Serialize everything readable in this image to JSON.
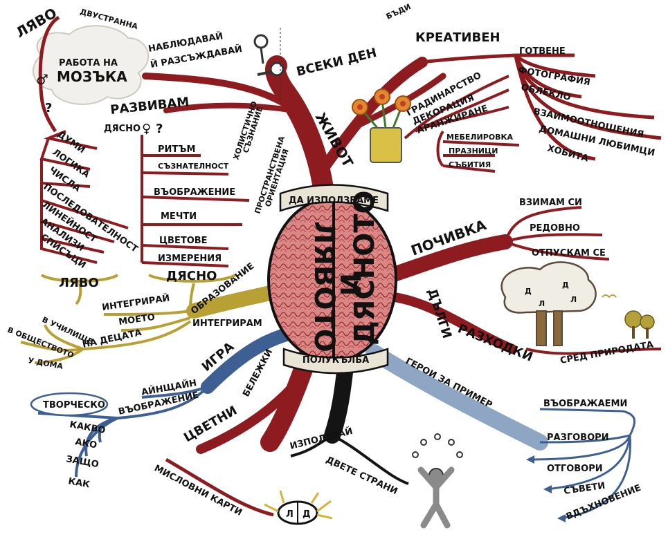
{
  "colors": {
    "red": "#8e1b1f",
    "gold": "#b9a034",
    "blue": "#3d5f93",
    "lightblue": "#8ea6c4",
    "black": "#141414",
    "brain": "#d97a7a",
    "brainDark": "#9a2b2b",
    "banner": "#e9e4d6"
  },
  "center": {
    "left_title": "ЛЯВОТО",
    "and": "И",
    "right_title": "ДЯСНОТО",
    "top_banner": "ДА ИЗПОЛЗВАМЕ",
    "bottom_banner": "ПОЛУКЪЛБА"
  },
  "topleft": {
    "lyavo": "ЛЯВО",
    "dvustranna": "ДВУСТРАННА",
    "rabota_na": "РАБОТА НА",
    "mozaka": "МОЗЪКА",
    "male_sym": "♂",
    "q1": "?",
    "razvivam": "РАЗВИВАМ",
    "dyasno": "ДЯСНО",
    "female_sym": "♀",
    "q2": "?",
    "nablyudavai": "НАБЛЮДАВАЙ",
    "razsazhdavai": "Й РАЗСЪЖДАВАЙ"
  },
  "left_list": [
    "ДУМИ",
    "ЛОГИКА",
    "ЧИСЛА",
    "ПОСЛЕДОВАТЕЛНОСТ",
    "ЛИНЕЙНОСТ",
    "АНАЛИЗИ",
    "СПИСЪЦИ"
  ],
  "right_list": [
    "РИТЪМ",
    "СЪЗНАТЕЛНОСТ",
    "ВЪОБРАЖЕНИЕ",
    "МЕЧТИ",
    "ЦВЕТОВЕ",
    "ИЗМЕРЕНИЯ"
  ],
  "holistic": [
    "ХОЛИСТИЧНО",
    "СЪЗНАНИЕ"
  ],
  "spatial": [
    "ПРОСТРАНСТВЕНА",
    "ОРИЕНТАЦИЯ"
  ],
  "life": {
    "zhivot": "ЖИВОТ",
    "vseki_den": "ВСЕКИ ДЕН",
    "badi": "БЪДИ",
    "kreativen": "КРЕАТИВЕН",
    "activities": [
      "ГОТВЕНЕ",
      "ФОТОГРАФИЯ",
      "ОБЛЕКЛО",
      "ВЗАИМООТНОШЕНИЯ",
      "ДОМАШНИ ЛЮБИМЦИ",
      "ХОБИТА"
    ],
    "home": [
      "ГРАДИНАРСТВО",
      "ДЕКОРАЦИЯ",
      "АРАНЖИРАНЕ"
    ],
    "events": [
      "МЕБЕЛИРОВКА",
      "ПРАЗНИЦИ",
      "СЪБИТИЯ"
    ]
  },
  "rest": {
    "pochivka": "ПОЧИВКА",
    "items": [
      "ВЗИМАМ СИ",
      "РЕДОВНО",
      "ОТПУСКАМ СЕ"
    ],
    "dalgi": "ДЪЛГИ",
    "razhodki": "РАЗХОДКИ",
    "sred_prirodata": "СРЕД ПРИРОДАТА",
    "tree_letters": [
      "Д",
      "Д",
      "Л",
      "Л"
    ]
  },
  "education": {
    "obrazovanie": "ОБРАЗОВАНИЕ",
    "integriram": "ИНТЕГРИРАМ",
    "lyavo": "ЛЯВО",
    "dyasno": "ДЯСНО",
    "integrirai": "ИНТЕГРИРАЙ",
    "moeto": "МОЕТО",
    "na_detsata": "НА ДЕЦАТА",
    "v_uchilishte": "В УЧИЛИЩЕ",
    "v_obshtestvoto": "В ОБЩЕСТВОТО",
    "u_doma": "У ДОМА"
  },
  "play": {
    "igra": "ИГРА",
    "ainshtain": "АЙНЩАЙН",
    "vaobrazhenie": "ВЪОБРАЖЕНИЕ",
    "tvorchesko": "ТВОРЧЕСКО",
    "questions": [
      "КАКВО",
      "АКО",
      "ЗАЩО",
      "КАК"
    ]
  },
  "notes": {
    "belezhki": "БЕЛЕЖКИ",
    "tsvetni": "ЦВЕТНИ",
    "mislovni_karti": "МИСЛОВНИ КАРТИ",
    "l": "Л",
    "d": "Д"
  },
  "use": {
    "izpolzvai": "ИЗПОЛЗВАЙ",
    "dvete_strani": "ДВЕТЕ СТРАНИ"
  },
  "heroes": {
    "geroi": "ГЕРОИ ЗА ПРИМЕР",
    "items": [
      "ВЪОБРАЖАЕМИ",
      "РАЗГОВОРИ",
      "ОТГОВОРИ",
      "СЪВЕТИ",
      "ВДЪХНОВЕНИЕ"
    ]
  }
}
